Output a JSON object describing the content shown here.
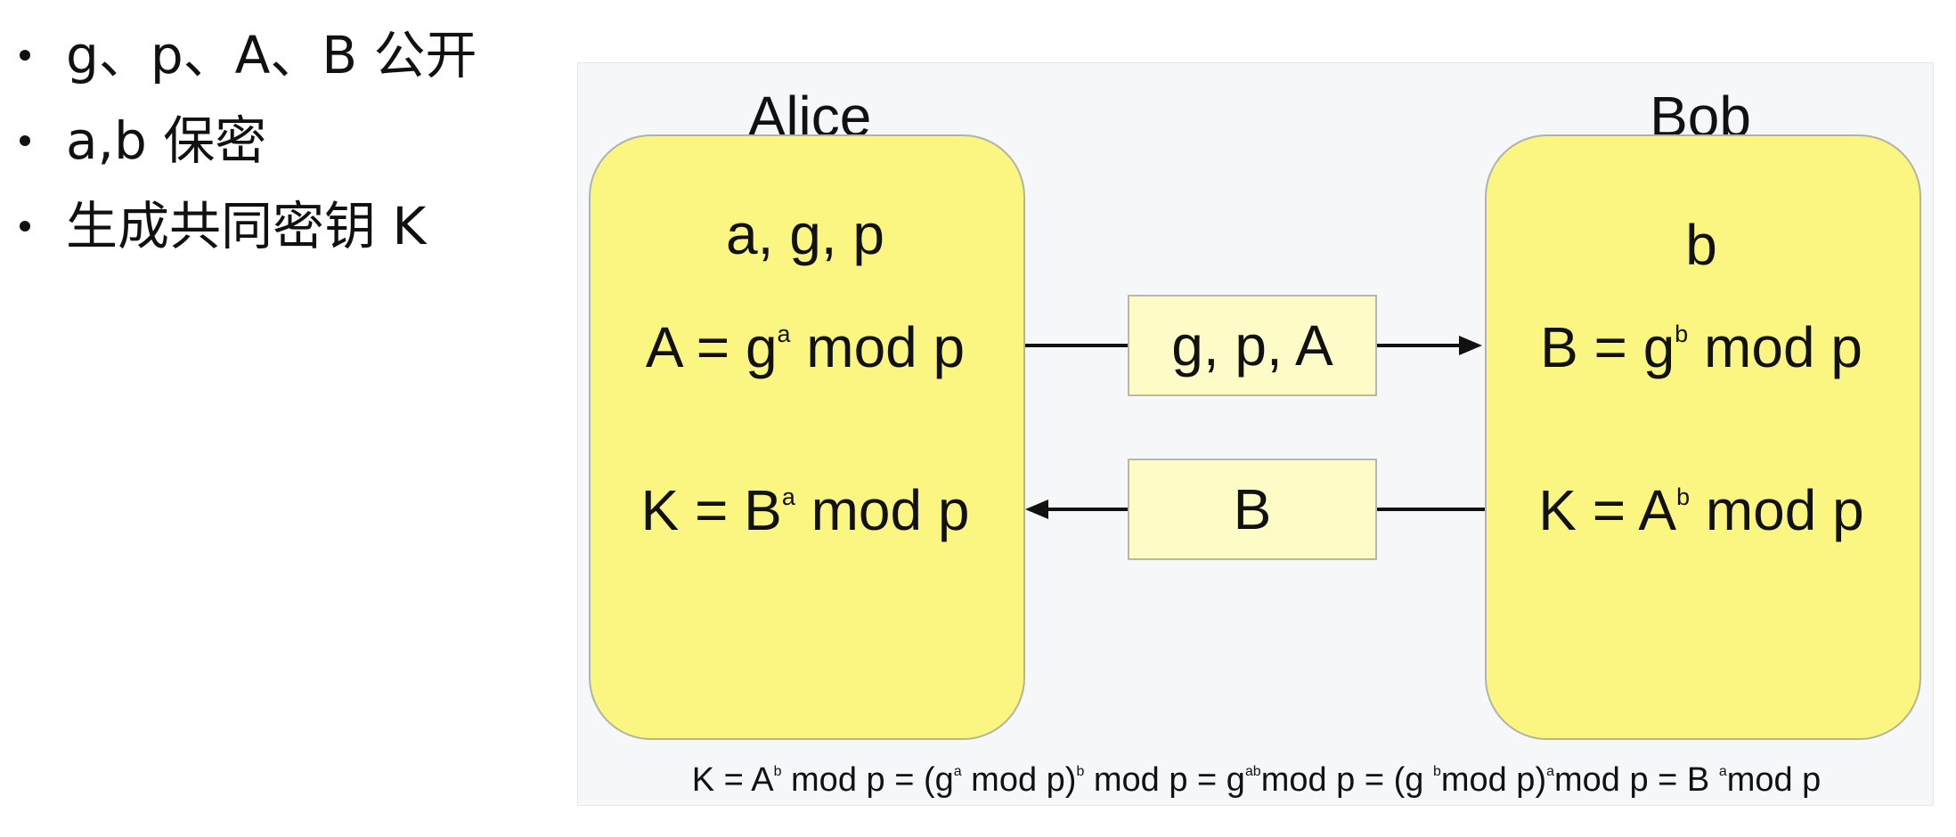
{
  "bullets": [
    "g、p、A、B 公开",
    "a,b 保密",
    "生成共同密钥 K"
  ],
  "diagram": {
    "alice": {
      "title": "Alice",
      "vars": "a, g, p",
      "eq1": {
        "lhs": "A = g",
        "exp": "a",
        "rhs": " mod p"
      },
      "eq2": {
        "lhs": "K = B",
        "exp": "a",
        "rhs": " mod p"
      }
    },
    "bob": {
      "title": "Bob",
      "vars": "b",
      "eq1": {
        "lhs": "B = g",
        "exp": "b",
        "rhs": " mod p"
      },
      "eq2": {
        "lhs": "K = A",
        "exp": "b",
        "rhs": " mod p"
      }
    },
    "message_to_bob": "g, p, A",
    "message_to_alice": "B",
    "footer": {
      "p1": "K = A",
      "e1": "b",
      "p2": " mod p = (g",
      "e2": "a",
      "p3": " mod p)",
      "e3": "b",
      "p4": " mod p = g",
      "e4": "ab",
      "p5": "mod p = (g ",
      "e5": "b",
      "p6": "mod p)",
      "e6": "a",
      "p7": "mod p = B ",
      "e7": "a",
      "p8": "mod p"
    },
    "colors": {
      "panel_fill": "#fbf681",
      "message_fill": "#fdfcc7",
      "background": "#f6f7f9"
    }
  }
}
